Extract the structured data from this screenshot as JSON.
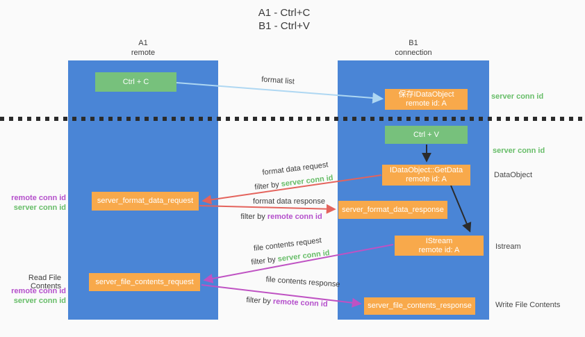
{
  "title": {
    "line1": "A1 - Ctrl+C",
    "line2": "B1 - Ctrl+V"
  },
  "lanes": {
    "a1": {
      "id": "A1",
      "role": "remote"
    },
    "b1": {
      "id": "B1",
      "role": "connection"
    }
  },
  "nodes": {
    "ctrl_c": {
      "label": "Ctrl + C"
    },
    "save_idataobject": {
      "line1": "保存IDataObject",
      "line2": "remote id: A"
    },
    "ctrl_v": {
      "label": "Ctrl + V"
    },
    "getdata": {
      "line1": "IDataObject::GetData",
      "line2": "remote id: A"
    },
    "format_request": {
      "label": "server_format_data_request"
    },
    "format_response": {
      "label": "server_format_data_response"
    },
    "istream": {
      "line1": "IStream",
      "line2": "remote id: A"
    },
    "file_request": {
      "label": "server_file_contents_request"
    },
    "file_response": {
      "label": "server_file_contents_response"
    }
  },
  "flow_labels": {
    "format_list": "format list",
    "format_data_request": "format data request",
    "format_data_request_filter": {
      "prefix": "filter by ",
      "value": "server conn id"
    },
    "format_data_response": "format data response",
    "format_data_response_filter": {
      "prefix": "filter by ",
      "value": "remote conn id"
    },
    "file_contents_request": "file contents request",
    "file_contents_request_filter": {
      "prefix": "filter by ",
      "value": "server conn id"
    },
    "file_contents_response": "file contents response",
    "file_contents_response_filter": {
      "prefix": "filter by ",
      "value": "remote conn id"
    }
  },
  "side_labels": {
    "right_server_conn_id_top": "server conn id",
    "right_server_conn_id_mid": "server conn id",
    "right_dataobject": "DataObject",
    "right_istream": "Istream",
    "right_write_file_contents": "Write File Contents",
    "left_remote_conn_id_top": "remote conn id",
    "left_server_conn_id_top": "server conn id",
    "left_read_file_contents": "Read File Contents",
    "left_remote_conn_id_bottom": "remote conn id",
    "left_server_conn_id_bottom": "server conn id"
  },
  "colors": {
    "lane_blue": "#4a85d6",
    "node_orange": "#f8a94b",
    "node_green": "#77c17c",
    "conn_id_green": "#67bd68",
    "conn_id_purple": "#b44fcb",
    "arrow_red": "#e4635c",
    "arrow_magenta": "#bf52c3",
    "arrow_light_blue": "#aed7f2",
    "arrow_black": "#2b2b2b",
    "text_dark": "#3c3c3c",
    "background": "#fafafa"
  }
}
